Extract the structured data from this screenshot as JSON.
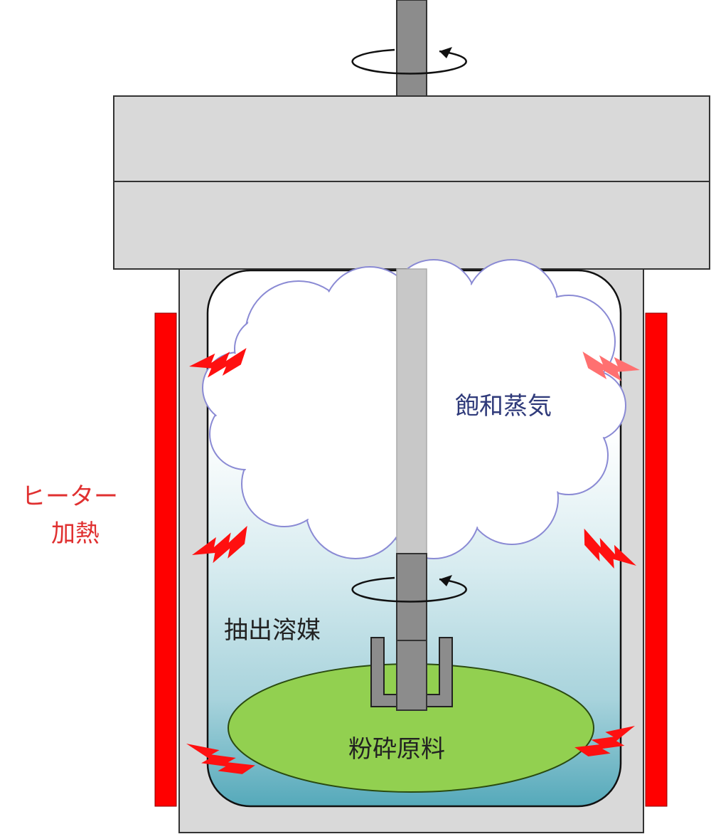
{
  "labels": {
    "heater_line1": "ヒーター",
    "heater_line2": "加熱",
    "vapor": "飽和蒸気",
    "solvent": "抽出溶媒",
    "material": "粉砕原料"
  },
  "colors": {
    "heater": "#ff0000",
    "heater_text": "#e03030",
    "vapor_text": "#2f3a7a",
    "cloud_outline": "#8a8ad4",
    "material": "#92d050",
    "solvent_bottom": "#55a9ba",
    "vessel": "#d9d9d9",
    "shaft": "#8c8c8c"
  }
}
